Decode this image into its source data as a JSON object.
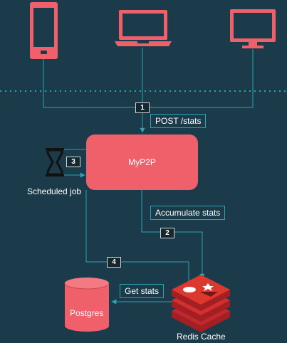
{
  "colors": {
    "background": "#1b3b4b",
    "accent": "#f0606a",
    "connector": "#2aa5b3",
    "redis": "#c0282e"
  },
  "icons": [
    "phone-icon",
    "laptop-icon",
    "monitor-icon",
    "hourglass-icon",
    "database-icon",
    "redis-icon"
  ],
  "nodes": {
    "service": "MyP2P",
    "scheduler": "Scheduled job",
    "database": "Postgres",
    "cache": "Redis Cache"
  },
  "edges": {
    "post_stats": "POST /stats",
    "accumulate_stats": "Accumulate stats",
    "get_stats": "Get stats"
  },
  "steps": [
    "1",
    "2",
    "3",
    "4"
  ]
}
